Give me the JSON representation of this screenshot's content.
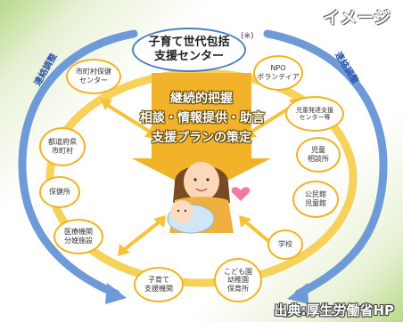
{
  "corner_label": "イメージ",
  "center": {
    "title": "子育て世代包括\n支援センター",
    "note": "(※)"
  },
  "support_lines": [
    "継続的把握",
    "相談・情報提供・助言",
    "支援プランの策定"
  ],
  "coordination_labels": [
    "連絡調整",
    "連絡調整"
  ],
  "nodes": {
    "municipal_health_center": "市町村保健\nセンター",
    "prefecture_municipality": "都道府県\n市町村",
    "health_center": "保健所",
    "medical_institution": "医療機関\n分娩施設",
    "childcare_support": "子育て\n支援機関",
    "nursery_schools": "こども園\n幼稚園\n保育所",
    "school": "学校",
    "community_center": "公民館\n児童館",
    "child_consultation": "児童\n相談所",
    "child_development": "児童発達支援\nセンター等",
    "npo_volunteer": "NPO\nボランティア"
  },
  "source_caption": "出典:厚生労働省HP",
  "colors": {
    "ring": "#f2c33a",
    "arrow_blue": "#3d6fc4",
    "center_border": "#4b7fc1",
    "node_border": "#f0b321",
    "support_text": "#ffffff"
  }
}
